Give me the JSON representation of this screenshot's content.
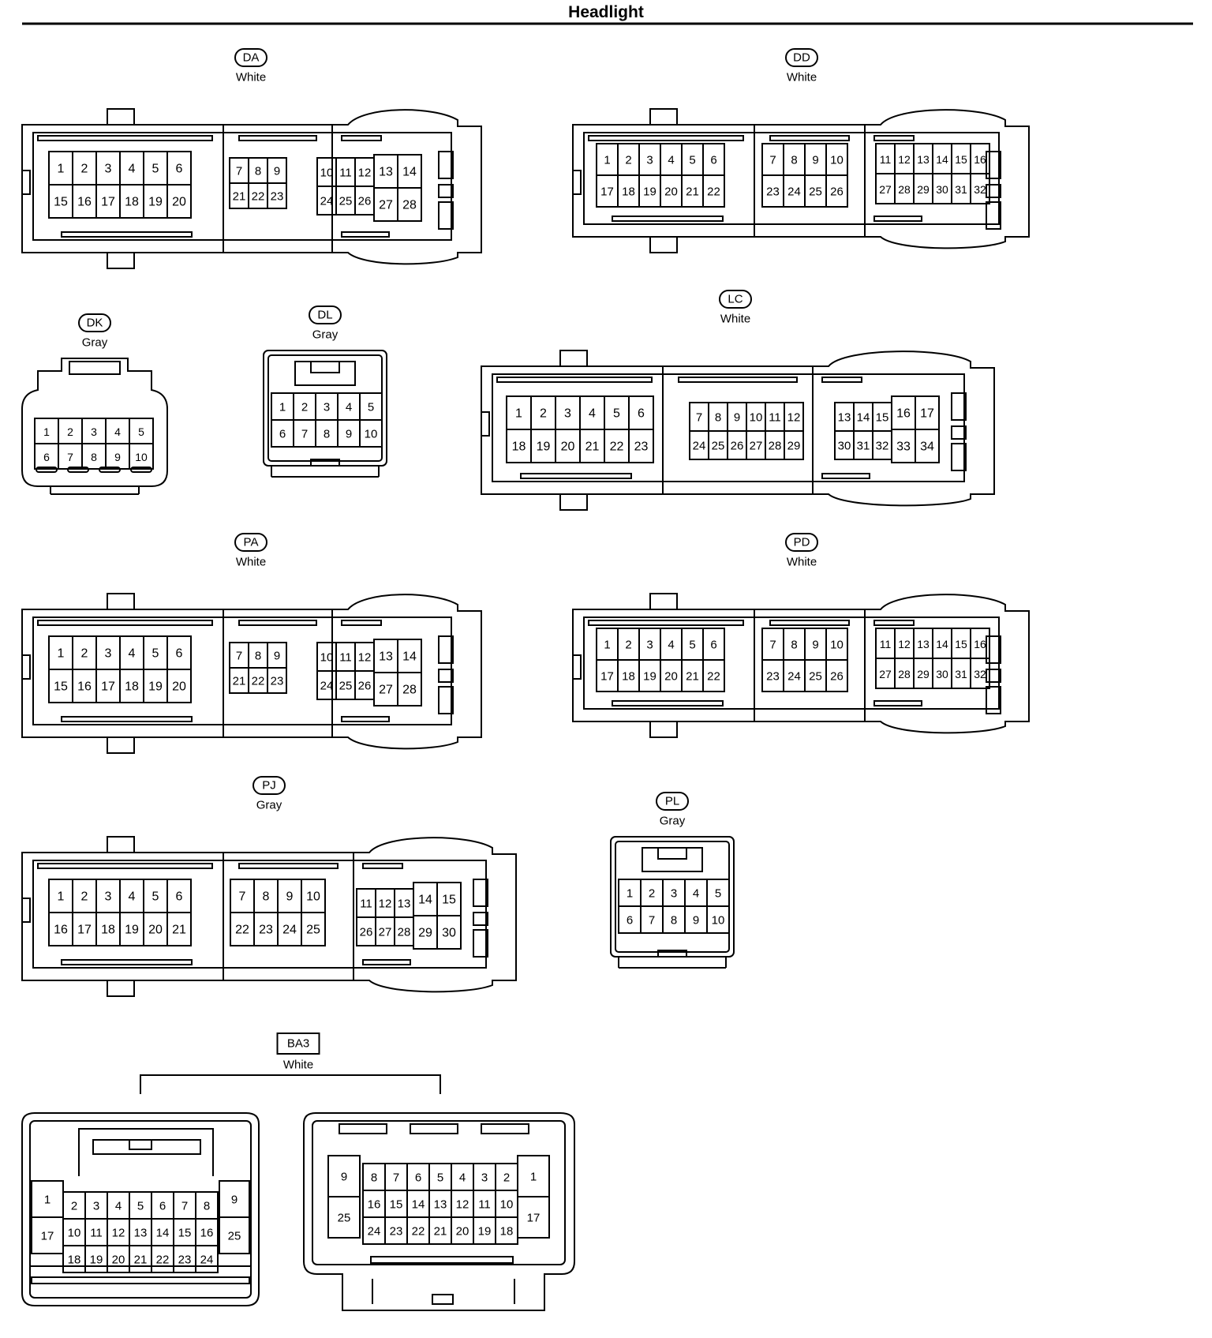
{
  "header": {
    "title": "Headlight"
  },
  "connectors": [
    {
      "code": "DA",
      "color": "White",
      "pins": [
        "1",
        "2",
        "3",
        "4",
        "5",
        "6",
        "7",
        "8",
        "9",
        "10",
        "11",
        "12",
        "13",
        "14",
        "15",
        "16",
        "17",
        "18",
        "19",
        "20",
        "21",
        "22",
        "23",
        "24",
        "25",
        "26",
        "27",
        "28"
      ]
    },
    {
      "code": "DD",
      "color": "White",
      "pins": [
        "1",
        "2",
        "3",
        "4",
        "5",
        "6",
        "7",
        "8",
        "9",
        "10",
        "11",
        "12",
        "13",
        "14",
        "15",
        "16",
        "17",
        "18",
        "19",
        "20",
        "21",
        "22",
        "23",
        "24",
        "25",
        "26",
        "27",
        "28",
        "29",
        "30",
        "31",
        "32"
      ]
    },
    {
      "code": "DK",
      "color": "Gray",
      "pins": [
        "1",
        "2",
        "3",
        "4",
        "5",
        "6",
        "7",
        "8",
        "9",
        "10"
      ]
    },
    {
      "code": "DL",
      "color": "Gray",
      "pins": [
        "1",
        "2",
        "3",
        "4",
        "5",
        "6",
        "7",
        "8",
        "9",
        "10"
      ]
    },
    {
      "code": "LC",
      "color": "White",
      "pins": [
        "1",
        "2",
        "3",
        "4",
        "5",
        "6",
        "7",
        "8",
        "9",
        "10",
        "11",
        "12",
        "13",
        "14",
        "15",
        "16",
        "17",
        "18",
        "19",
        "20",
        "21",
        "22",
        "23",
        "24",
        "25",
        "26",
        "27",
        "28",
        "29",
        "30",
        "31",
        "32",
        "33",
        "34"
      ]
    },
    {
      "code": "PA",
      "color": "White",
      "pins": [
        "1",
        "2",
        "3",
        "4",
        "5",
        "6",
        "7",
        "8",
        "9",
        "10",
        "11",
        "12",
        "13",
        "14",
        "15",
        "16",
        "17",
        "18",
        "19",
        "20",
        "21",
        "22",
        "23",
        "24",
        "25",
        "26",
        "27",
        "28"
      ]
    },
    {
      "code": "PD",
      "color": "White",
      "pins": [
        "1",
        "2",
        "3",
        "4",
        "5",
        "6",
        "7",
        "8",
        "9",
        "10",
        "11",
        "12",
        "13",
        "14",
        "15",
        "16",
        "17",
        "18",
        "19",
        "20",
        "21",
        "22",
        "23",
        "24",
        "25",
        "26",
        "27",
        "28",
        "29",
        "30",
        "31",
        "32"
      ]
    },
    {
      "code": "PJ",
      "color": "Gray",
      "pins": [
        "1",
        "2",
        "3",
        "4",
        "5",
        "6",
        "7",
        "8",
        "9",
        "10",
        "11",
        "12",
        "13",
        "14",
        "15",
        "16",
        "17",
        "18",
        "19",
        "20",
        "21",
        "22",
        "23",
        "24",
        "25",
        "26",
        "27",
        "28",
        "29",
        "30"
      ]
    },
    {
      "code": "PL",
      "color": "Gray",
      "pins": [
        "1",
        "2",
        "3",
        "4",
        "5",
        "6",
        "7",
        "8",
        "9",
        "10"
      ]
    },
    {
      "code": "BA3",
      "color": "White",
      "pins": [
        "1",
        "2",
        "3",
        "4",
        "5",
        "6",
        "7",
        "8",
        "9",
        "10",
        "11",
        "12",
        "13",
        "14",
        "15",
        "16",
        "17",
        "18",
        "19",
        "20",
        "21",
        "22",
        "23",
        "24",
        "25"
      ]
    }
  ]
}
